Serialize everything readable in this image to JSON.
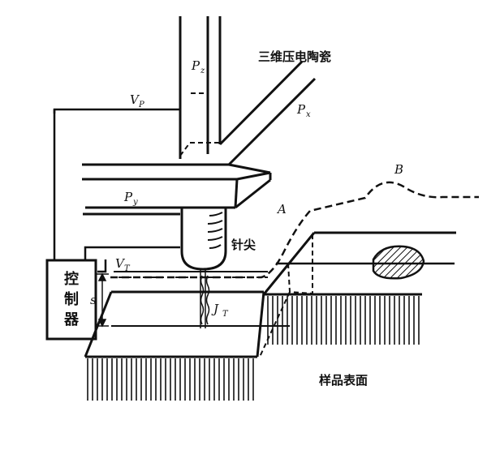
{
  "labels": {
    "piezo": "三维压电陶瓷",
    "tip": "针尖",
    "sample": "样品表面",
    "controller": [
      "控",
      "制",
      "器"
    ],
    "curve_a": "A",
    "curve_b": "B",
    "s": "s"
  },
  "symbols": {
    "pz": {
      "main": "P",
      "sub": "z"
    },
    "px": {
      "main": "P",
      "sub": "x"
    },
    "py": {
      "main": "P",
      "sub": "y"
    },
    "vp": {
      "main": "V",
      "sub": "P"
    },
    "vt": {
      "main": "V",
      "sub": "T"
    },
    "jt": {
      "main": "J",
      "sub": "T"
    }
  },
  "colors": {
    "ink": "#111111",
    "paper": "#ffffff"
  }
}
